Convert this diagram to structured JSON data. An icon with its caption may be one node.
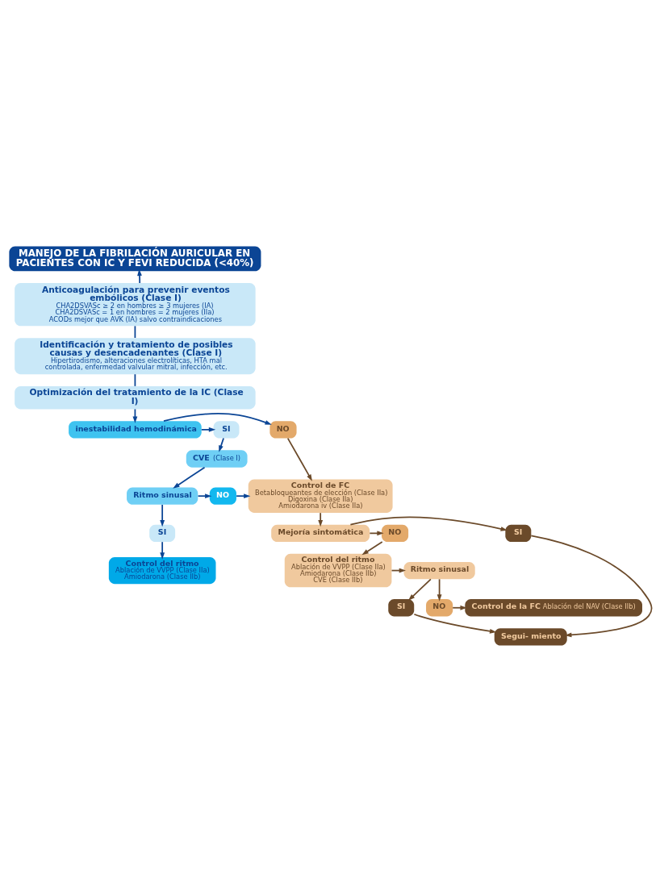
{
  "diagram": {
    "nodes": [
      {
        "text": [
          "MANEJO DE LA FIBRILACIÓN AURICULAR EN PACIENTES CON IC Y FEVI REDUCIDA (<40%)"
        ]
      },
      {
        "text": [
          "Anticoagulación para prevenir eventos embólicos (Clase I)",
          "CHA2DSVASc ≥ 2 en hombres ≥ 3 mujeres (IA)",
          "CHA2DSVASc = 1 en hombres = 2 mujeres (IIa)",
          "ACODs mejor que AVK (IA) salvo contraindicaciones"
        ]
      },
      {
        "text": [
          "Identificación y tratamiento de posibles causas y desencadenantes (Clase I)",
          "Hipertirodismo, alteraciones electrolíticas, HTA mal controlada, enfermedad valvular mitral, infección, etc."
        ]
      },
      {
        "text": [
          "Optimización del tratamiento de la IC (Clase I)"
        ]
      },
      {
        "text": [
          "inestabilidad hemodinámica"
        ]
      },
      {
        "text": [
          "SI"
        ]
      },
      {
        "text": [
          "NO"
        ]
      },
      {
        "text": [
          "CVE",
          "(Clase I)"
        ]
      },
      {
        "text": [
          "Ritmo sinusal"
        ]
      },
      {
        "text": [
          "NO"
        ]
      },
      {
        "text": [
          "Control de FC",
          "Betabloqueantes de elección (Clase IIa)",
          "Digoxina (Clase IIa)",
          "Amiodarona iv (Clase IIa)"
        ]
      },
      {
        "text": [
          "SI"
        ]
      },
      {
        "text": [
          "Mejoría sintomática"
        ]
      },
      {
        "text": [
          "NO"
        ]
      },
      {
        "text": [
          "SI"
        ]
      },
      {
        "text": [
          "Control del ritmo",
          "Ablación de VVPP (Clase IIa)",
          "Amiodarona (Clase IIb)"
        ]
      },
      {
        "text": [
          "Control del ritmo",
          "Ablación de VVPP (Clase IIa)",
          "Amiodarona (Clase IIb)",
          "CVE (Clase IIb)"
        ]
      },
      {
        "text": [
          "Ritmo sinusal"
        ]
      },
      {
        "text": [
          "Segui- miento"
        ]
      },
      {
        "text": [
          "NO"
        ]
      },
      {
        "text": [
          "SI"
        ]
      },
      {
        "text": [
          "Control de la FC",
          "Ablación del NAV (Clase IIb)"
        ]
      }
    ],
    "edges": [
      {
        "from": 1,
        "to": 0,
        "arrow": "to"
      },
      {
        "from": 1,
        "to": 2,
        "arrow": "none"
      },
      {
        "from": 2,
        "to": 3,
        "arrow": "none"
      },
      {
        "from": 3,
        "to": 4,
        "arrow": "to"
      },
      {
        "from": 4,
        "to": 5,
        "arrow": "to"
      },
      {
        "from": 4,
        "to": 6,
        "arrow": "to"
      },
      {
        "from": 5,
        "to": 7,
        "arrow": "to"
      },
      {
        "from": 7,
        "to": 8,
        "arrow": "to"
      },
      {
        "from": 8,
        "to": 9,
        "arrow": "to"
      },
      {
        "from": 9,
        "to": 10,
        "arrow": "to"
      },
      {
        "from": 8,
        "to": 11,
        "arrow": "to"
      },
      {
        "from": 11,
        "to": 15,
        "arrow": "to"
      },
      {
        "from": 6,
        "to": 10,
        "arrow": "to",
        "color": "#6b4a2a"
      },
      {
        "from": 10,
        "to": 12,
        "arrow": "to",
        "color": "#6b4a2a"
      },
      {
        "from": 12,
        "to": 13,
        "arrow": "to",
        "color": "#6b4a2a"
      },
      {
        "from": 12,
        "to": 14,
        "arrow": "to",
        "color": "#6b4a2a"
      },
      {
        "from": 13,
        "to": 16,
        "arrow": "to",
        "color": "#6b4a2a"
      },
      {
        "from": 14,
        "to": 18,
        "arrow": "to",
        "color": "#6b4a2a"
      },
      {
        "from": 16,
        "to": 17,
        "arrow": "to",
        "color": "#6b4a2a"
      },
      {
        "from": 17,
        "to": 19,
        "arrow": "to",
        "color": "#6b4a2a"
      },
      {
        "from": 17,
        "to": 20,
        "arrow": "to",
        "color": "#6b4a2a"
      },
      {
        "from": 19,
        "to": 21,
        "arrow": "to",
        "color": "#6b4a2a"
      },
      {
        "from": 20,
        "to": 18,
        "arrow": "to",
        "color": "#6b4a2a"
      }
    ]
  }
}
